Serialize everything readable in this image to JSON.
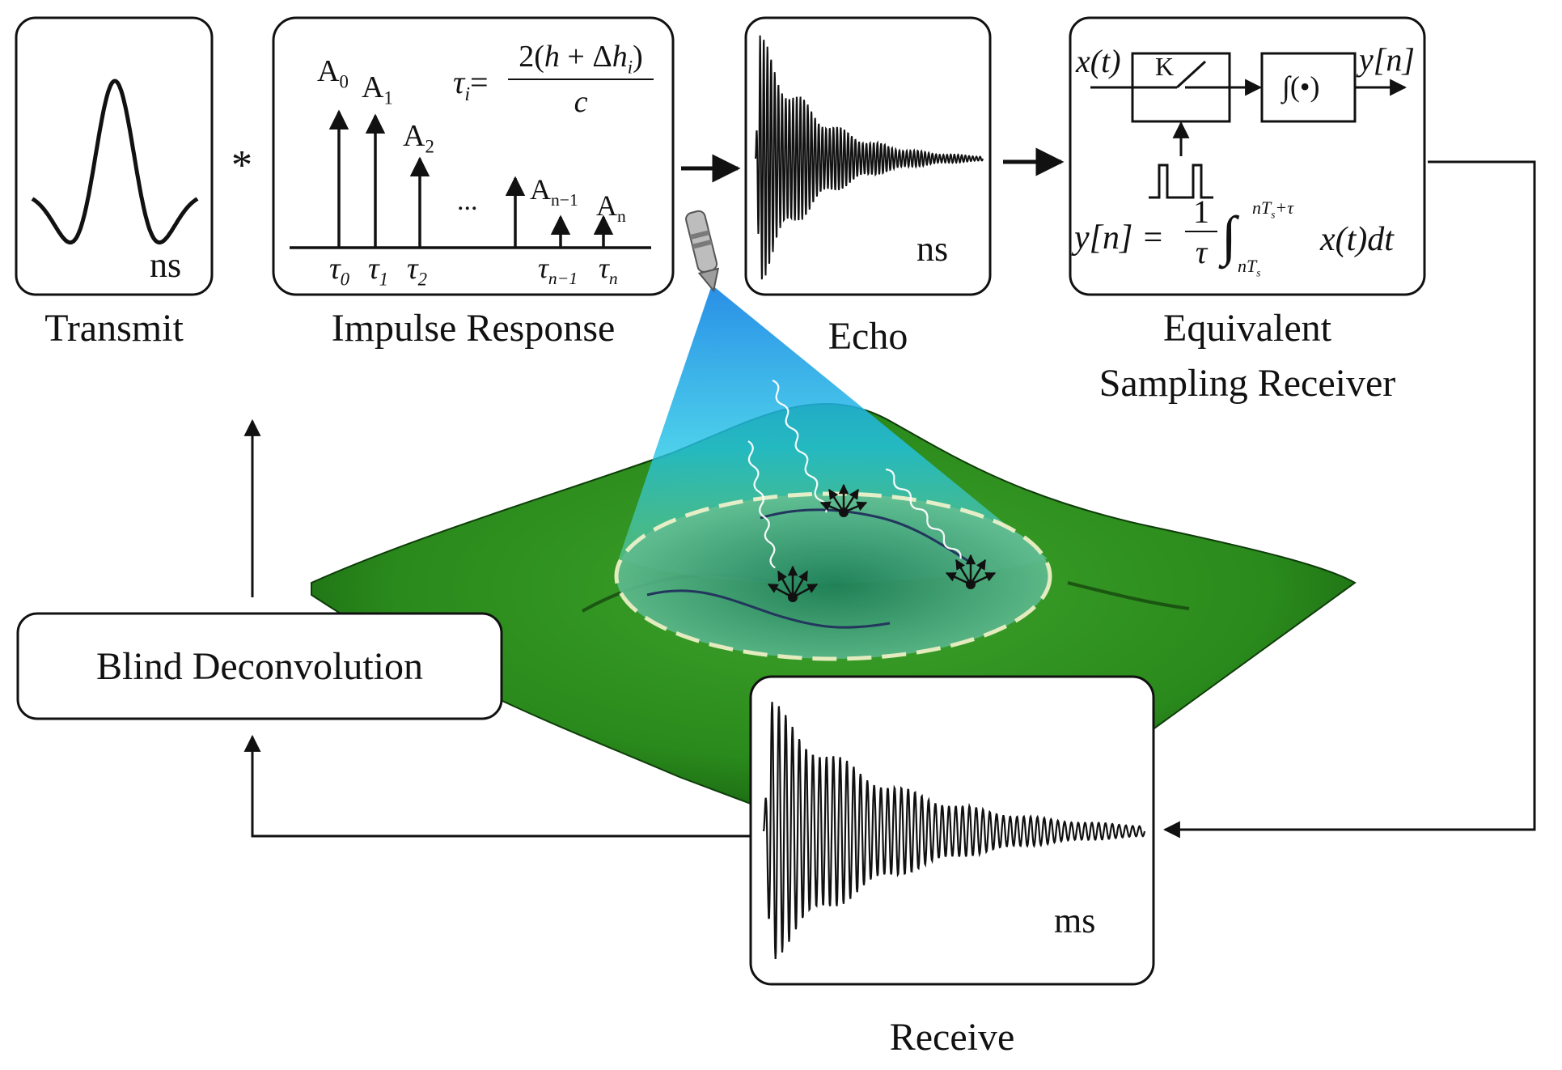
{
  "transmit": {
    "caption": "Transmit",
    "unit": "ns"
  },
  "convolution_symbol": "*",
  "impulse": {
    "caption": "Impulse Response",
    "amplitudes": [
      {
        "base": "A",
        "sub": "0"
      },
      {
        "base": "A",
        "sub": "1"
      },
      {
        "base": "A",
        "sub": "2"
      },
      {
        "base": "A",
        "sub": "n−1"
      },
      {
        "base": "A",
        "sub": "n"
      }
    ],
    "delays": [
      {
        "base": "τ",
        "sub": "0"
      },
      {
        "base": "τ",
        "sub": "1"
      },
      {
        "base": "τ",
        "sub": "2"
      },
      {
        "base": "τ",
        "sub": "n−1"
      },
      {
        "base": "τ",
        "sub": "n"
      }
    ],
    "ellipsis": "...",
    "formula": {
      "lhs": "τ",
      "lhs_sub": "i",
      "eq": "=",
      "numerator_pre": "2(",
      "h": "h",
      "plus": " + Δ",
      "h2": "h",
      "h2_sub": "i",
      "numerator_post": ")",
      "denominator": "c"
    }
  },
  "echo": {
    "caption": "Echo",
    "unit": "ns"
  },
  "receiver": {
    "caption_line1": "Equivalent",
    "caption_line2": "Sampling Receiver",
    "input": "x(t)",
    "switch_label": "K",
    "integrator": "∫(•)",
    "output": "y[n]",
    "formula_lhs": "y[n] =",
    "frac_num": "1",
    "frac_den": "τ",
    "upper_limit": "nT",
    "upper_sub": "s",
    "upper_extra": "+τ",
    "lower_limit": "nT",
    "lower_sub": "s",
    "integrand": "x(t)dt"
  },
  "receive": {
    "caption": "Receive",
    "unit": "ms"
  },
  "blind": {
    "label": "Blind Deconvolution"
  },
  "colors": {
    "terrain": "#2e8b1f",
    "terrain_dark": "#1b5e12",
    "beam_top": "#2aa0e8",
    "ellipse_fill": "#3fb07a",
    "stroke": "#111111"
  }
}
